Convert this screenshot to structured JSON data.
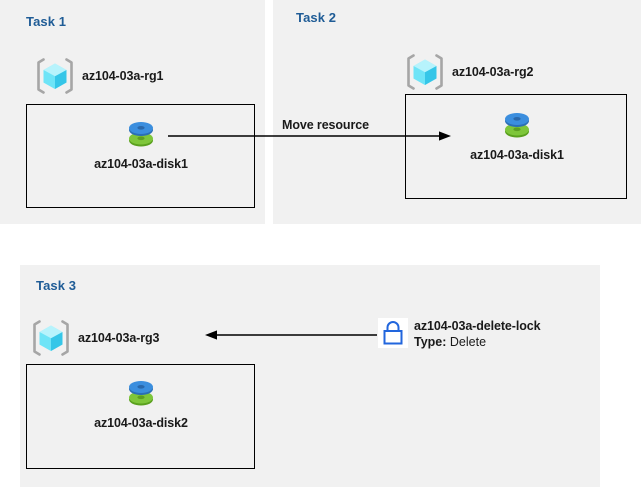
{
  "diagram": {
    "title": "Azure resource group tasks diagram",
    "colors": {
      "panel_background": "#f1f1f1",
      "page_background": "#ffffff",
      "task_title": "#1f5c96",
      "box_border": "#000000",
      "arrow": "#000000",
      "lock_blue": "#2266dd",
      "disk_blue": "#3b8ede",
      "disk_green": "#72b82c",
      "rg_cube_cyan": "#6ee4f7",
      "rg_bracket_gray": "#a6a6a6"
    }
  },
  "tasks": [
    {
      "id": "task1",
      "title": "Task 1",
      "resource_group": {
        "label": "az104-03a-rg1",
        "icon": "resource-group-icon"
      },
      "resource": {
        "label": "az104-03a-disk1",
        "icon": "managed-disk-icon"
      }
    },
    {
      "id": "task2",
      "title": "Task 2",
      "resource_group": {
        "label": "az104-03a-rg2",
        "icon": "resource-group-icon"
      },
      "resource": {
        "label": "az104-03a-disk1",
        "icon": "managed-disk-icon"
      }
    },
    {
      "id": "task3",
      "title": "Task 3",
      "resource_group": {
        "label": "az104-03a-rg3",
        "icon": "resource-group-icon"
      },
      "resource": {
        "label": "az104-03a-disk2",
        "icon": "managed-disk-icon"
      }
    }
  ],
  "connectors": [
    {
      "id": "move-resource",
      "label": "Move resource",
      "from": "az104-03a-disk1 (Task 1)",
      "to": "az104-03a-disk1 (Task 2)",
      "direction": "left-to-right"
    },
    {
      "id": "lock-applies-to-rg3",
      "label": "",
      "from": "az104-03a-delete-lock",
      "to": "az104-03a-rg3",
      "direction": "right-to-left"
    }
  ],
  "lock": {
    "icon": "lock-icon",
    "name": "az104-03a-delete-lock",
    "type_label": "Type:",
    "type_value": "Delete"
  }
}
